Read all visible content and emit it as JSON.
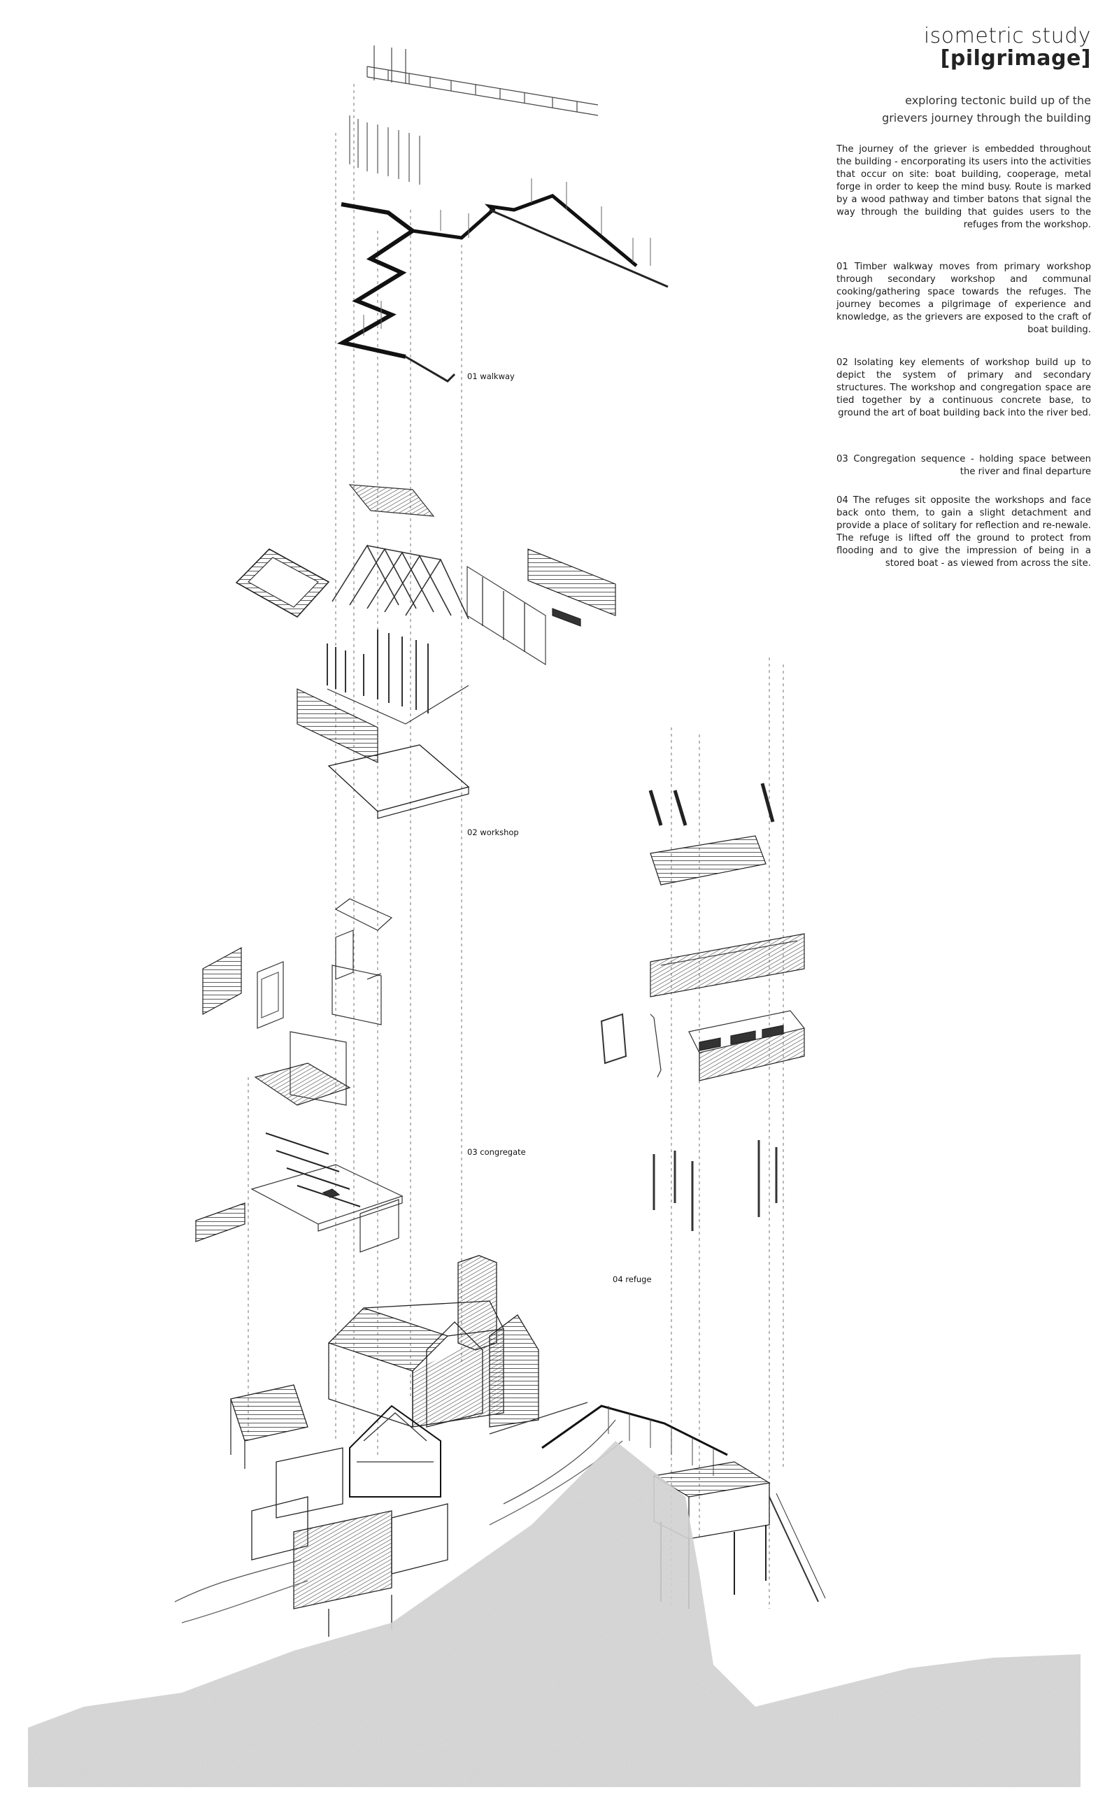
{
  "header": {
    "title_line1": "isometric study",
    "title_line2": "[pilgrimage]",
    "subtitle_line1": "exploring tectonic build up of the",
    "subtitle_line2": "grievers journey through the building"
  },
  "intro_text": "The journey of the griever is embedded throughout the building - encorporating its users into the activities that occur on site: boat building, cooperage, metal forge in order to keep the mind busy. Route is marked by a wood pathway and timber batons that signal the way through the building that guides users to the refuges from the workshop.",
  "notes": [
    "01 Timber walkway moves from primary workshop through secondary workshop and communal cooking/gathering space towards the refuges. The journey becomes a pilgrimage of experience and knowledge, as the grievers are exposed to the craft of boat building.",
    "02 Isolating key elements of workshop build up to depict the system of primary and secondary structures. The workshop and congregation space are tied together by a continuous concrete base, to ground the art of boat building back into the river bed.",
    "03 Congregation sequence - holding space between the river and final departure",
    "04 The refuges sit opposite the workshops and face back onto them, to gain a slight detachment and provide a place of solitary for reflection and re-newale. The refuge is lifted off the ground to protect from flooding and to give the impression of being in a stored boat - as viewed from across the site."
  ],
  "labels": {
    "walkway": "01 walkway",
    "workshop": "02 workshop",
    "congregate": "03 congregate",
    "refuge": "04 refuge"
  }
}
